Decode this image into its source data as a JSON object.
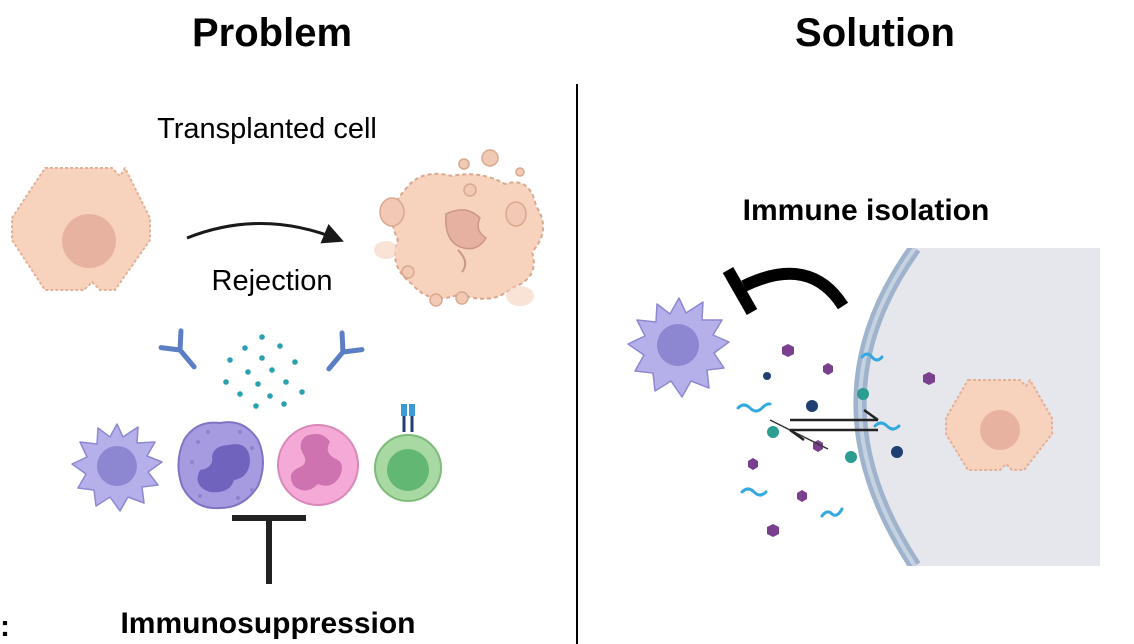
{
  "problem": {
    "heading": "Problem",
    "transplanted_label": "Transplanted cell",
    "rejection_label": "Rejection",
    "immunosuppression_label": "Immunosuppression"
  },
  "solution": {
    "heading": "Solution",
    "isolation_label": "Immune isolation"
  },
  "edge_mark": ":",
  "icons": [
    "donor-cell-icon",
    "rejected-cell-icon",
    "antibody-icon",
    "cytokine-dots-icon",
    "dendritic-cell-icon",
    "monocyte-icon",
    "neutrophil-icon",
    "t-cell-icon",
    "inhibition-symbol-icon",
    "capsule-membrane-icon",
    "equilibrium-arrows-icon"
  ],
  "colors": {
    "cell_fill": "#f7d2bd",
    "cell_stroke": "#e5b196",
    "nucleus": "#e7b3a0",
    "dendritic": "#b5b0ea",
    "monocyte": "#9a8ed6",
    "neutrophil": "#e69ac8",
    "tcell": "#9ed39c",
    "membrane": "#9fb3cc",
    "capsule_inside": "#e6e7ec",
    "cytokine": "#2aa1b0",
    "squiggle": "#33a9e0",
    "hexagon": "#7a3f8f",
    "text": "#000000"
  }
}
